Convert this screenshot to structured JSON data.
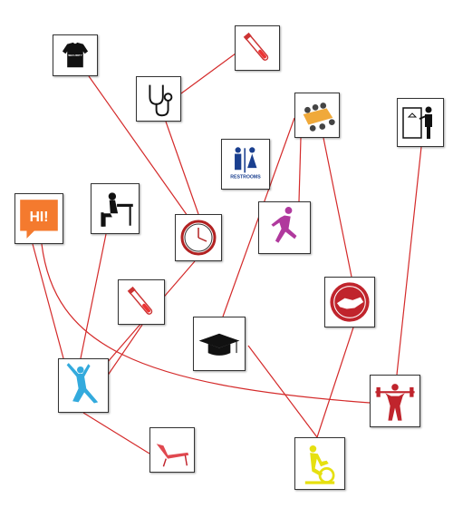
{
  "nodes": [
    {
      "id": "security-shirt",
      "icon": "security-shirt-icon",
      "text": "SECURITY"
    },
    {
      "id": "test-tube-top",
      "icon": "test-tube-icon"
    },
    {
      "id": "stethoscope",
      "icon": "stethoscope-icon"
    },
    {
      "id": "meeting-table",
      "icon": "meeting-table-icon"
    },
    {
      "id": "coat-check",
      "icon": "coat-check-icon"
    },
    {
      "id": "restrooms",
      "icon": "restroom-icon",
      "text": "RESTROOMS"
    },
    {
      "id": "hi-sign",
      "icon": "hi-speech-bubble-icon",
      "text": "HI!"
    },
    {
      "id": "desk-worker",
      "icon": "desk-worker-icon"
    },
    {
      "id": "clock",
      "icon": "clock-icon"
    },
    {
      "id": "runner",
      "icon": "runner-icon"
    },
    {
      "id": "test-tube-mid",
      "icon": "test-tube-icon"
    },
    {
      "id": "handshake",
      "icon": "handshake-icon"
    },
    {
      "id": "graduation-cap",
      "icon": "graduation-cap-icon"
    },
    {
      "id": "yoga-pose",
      "icon": "yoga-pose-icon"
    },
    {
      "id": "weightlifter",
      "icon": "weightlifter-icon"
    },
    {
      "id": "lounge-chair",
      "icon": "lounge-chair-icon"
    },
    {
      "id": "exercise-bike",
      "icon": "exercise-bike-icon"
    }
  ],
  "edges": [
    [
      "security-shirt",
      "clock"
    ],
    [
      "test-tube-top",
      "stethoscope"
    ],
    [
      "stethoscope",
      "clock"
    ],
    [
      "meeting-table",
      "runner"
    ],
    [
      "meeting-table",
      "handshake"
    ],
    [
      "meeting-table",
      "graduation-cap"
    ],
    [
      "coat-check",
      "weightlifter"
    ],
    [
      "hi-sign",
      "yoga-pose"
    ],
    [
      "hi-sign",
      "weightlifter"
    ],
    [
      "desk-worker",
      "yoga-pose"
    ],
    [
      "clock",
      "yoga-pose"
    ],
    [
      "test-tube-mid",
      "yoga-pose"
    ],
    [
      "handshake",
      "exercise-bike"
    ],
    [
      "graduation-cap",
      "exercise-bike"
    ],
    [
      "yoga-pose",
      "lounge-chair"
    ]
  ],
  "colors": {
    "edge": "#d42a2a",
    "node_border": "#333333"
  }
}
